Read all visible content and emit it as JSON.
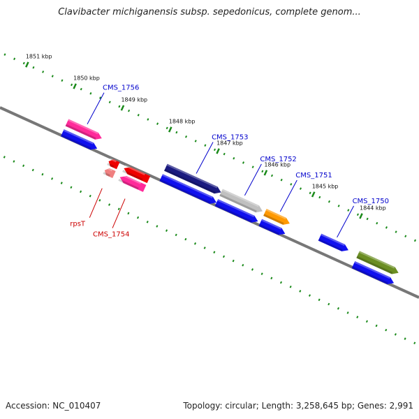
{
  "title": "Clavibacter michiganensis subsp. sepedonicus, complete genom...",
  "footer": {
    "accession": "Accession: NC_010407",
    "summary": "Topology: circular; Length: 3,258,645 bp; Genes: 2,991"
  },
  "colors": {
    "backbone": "#777777",
    "tick": "#1a8a1a",
    "forward_label": "#0000cc",
    "reverse_label": "#cc0000"
  },
  "scale": {
    "unit": "kbp",
    "ticks": [
      {
        "label": "1851 kbp",
        "kbp": 1851
      },
      {
        "label": "1850 kbp",
        "kbp": 1850
      },
      {
        "label": "1849 kbp",
        "kbp": 1849
      },
      {
        "label": "1848 kbp",
        "kbp": 1848
      },
      {
        "label": "1847 kbp",
        "kbp": 1847
      },
      {
        "label": "1846 kbp",
        "kbp": 1846
      },
      {
        "label": "1845 kbp",
        "kbp": 1845
      },
      {
        "label": "1844 kbp",
        "kbp": 1844
      }
    ]
  },
  "features": [
    {
      "label": "CMS_1756",
      "start_kbp": 1849.85,
      "end_kbp": 1849.12,
      "strand": "+",
      "color": "#ff2a9a",
      "cds_color": "#1010ee"
    },
    {
      "label": "CMS_1753",
      "start_kbp": 1847.78,
      "end_kbp": 1846.62,
      "strand": "+",
      "color": "#1a1a80",
      "cds_color": "#1010ee"
    },
    {
      "label": "CMS_1752",
      "start_kbp": 1846.62,
      "end_kbp": 1845.75,
      "strand": "+",
      "color": "#c0c0c0",
      "cds_color": "#1010ee"
    },
    {
      "label": "CMS_1751",
      "start_kbp": 1845.7,
      "end_kbp": 1845.18,
      "strand": "+",
      "color": "#ff9900",
      "cds_color": "#1010ee"
    },
    {
      "label": "CMS_1750",
      "start_kbp": 1844.55,
      "end_kbp": 1843.95,
      "strand": "+",
      "color": "#1010ee",
      "cds_color": null
    },
    {
      "label": "",
      "start_kbp": 1843.75,
      "end_kbp": 1842.9,
      "strand": "+",
      "color": "#6b8e23",
      "cds_color": "#1010ee"
    },
    {
      "label": "CMS_1754",
      "start_kbp": 1848.5,
      "end_kbp": 1847.98,
      "strand": "-",
      "color": "#ff2a9a",
      "cds_color": "#ee0000"
    },
    {
      "label": "rpsT",
      "start_kbp": 1848.82,
      "end_kbp": 1848.62,
      "strand": "-",
      "color": "#f08080",
      "cds_color": "#ee0000"
    }
  ]
}
